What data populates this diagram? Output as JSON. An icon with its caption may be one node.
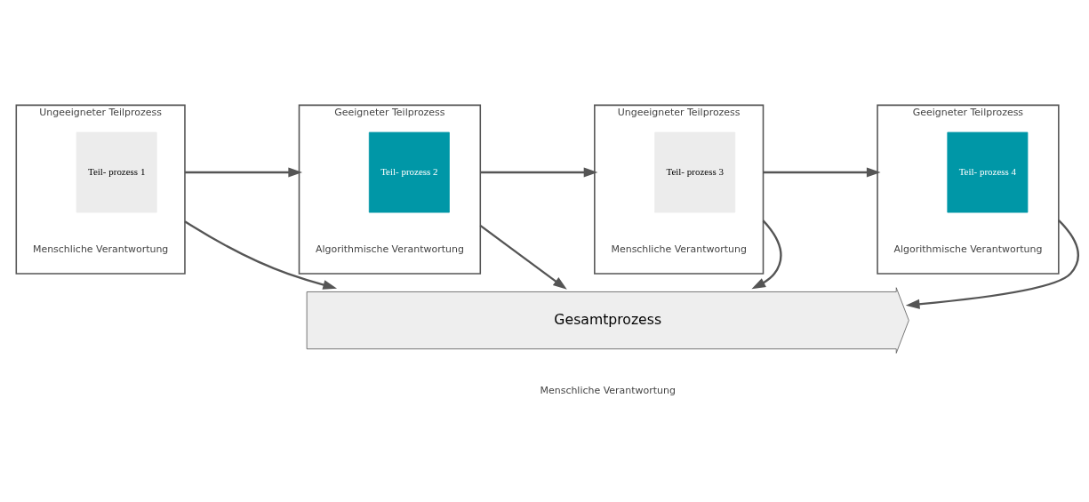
{
  "diagram": {
    "nodes": [
      {
        "text": [
          "Ungeeigneter Teilprozess"
        ],
        "beside": [
          "Menschliche Verantwortung"
        ]
      },
      {
        "text": [
          "Teil- prozess 1"
        ],
        "in": 0
      },
      {
        "text": [
          "Geeigneter Teilprozess"
        ],
        "beside": [
          "Algorithmische Verantwortung"
        ]
      },
      {
        "text": [
          "Teil- prozess 2"
        ],
        "in": 2
      },
      {
        "text": [
          "Ungeeigneter Teilprozess"
        ],
        "beside": [
          "Menschliche Verantwortung"
        ]
      },
      {
        "text": [
          "Teil- prozess 3"
        ],
        "in": 4
      },
      {
        "text": [
          "Geeigneter Teilprozess"
        ],
        "beside": [
          "Algorithmische Verantwortung"
        ]
      },
      {
        "text": [
          "Teil- prozess 4"
        ],
        "in": 6
      },
      {
        "text": [
          "Gesamtprozess"
        ],
        "beside": [
          "Menschliche Verantwortung"
        ]
      }
    ],
    "edges": [
      {
        "from": 0,
        "to": 2,
        "arrow": "to"
      },
      {
        "from": 2,
        "to": 4,
        "arrow": "to"
      },
      {
        "from": 4,
        "to": 6,
        "arrow": "to"
      },
      {
        "from": 0,
        "to": 8,
        "arrow": "to"
      },
      {
        "from": 2,
        "to": 8,
        "arrow": "to"
      },
      {
        "from": 4,
        "to": 8,
        "arrow": "to"
      },
      {
        "from": 6,
        "to": 8,
        "arrow": "to"
      }
    ]
  }
}
